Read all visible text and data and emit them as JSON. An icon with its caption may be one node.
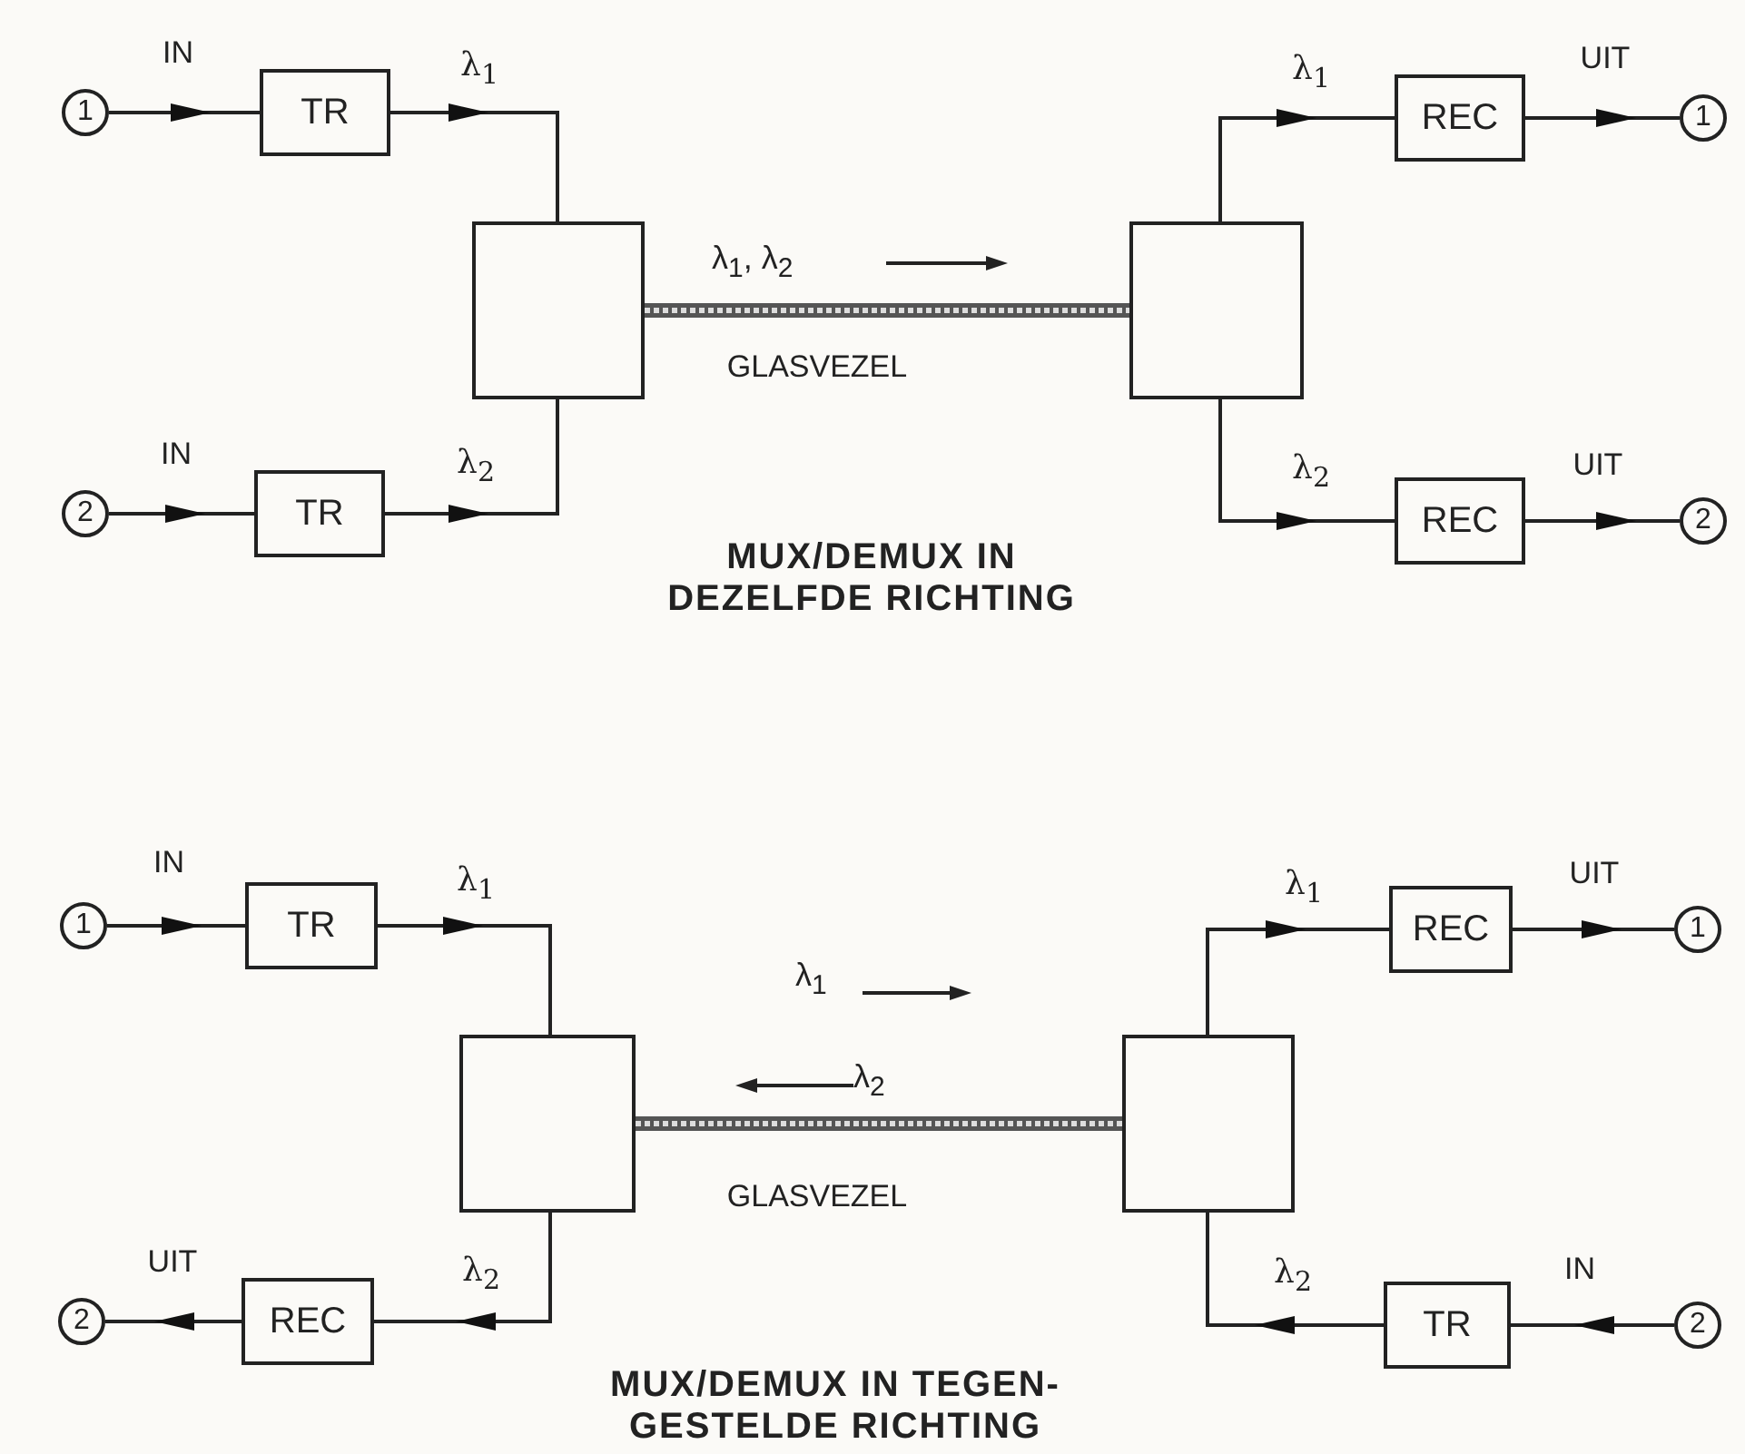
{
  "diagram": {
    "nodes": [
      {
        "text": [
          "1"
        ]
      },
      {
        "text": [
          "TR"
        ]
      },
      {
        "text": [
          "2"
        ]
      },
      {
        "text": [
          "TR"
        ]
      },
      {
        "text": [],
        "shape": "box"
      },
      {
        "text": [],
        "shape": "box"
      },
      {
        "text": [
          "REC"
        ]
      },
      {
        "text": [
          "1"
        ]
      },
      {
        "text": [
          "REC"
        ]
      },
      {
        "text": [
          "2"
        ]
      },
      {
        "text": [
          "1"
        ]
      },
      {
        "text": [
          "TR"
        ]
      },
      {
        "text": [
          "2"
        ]
      },
      {
        "text": [
          "REC"
        ]
      },
      {
        "text": [],
        "shape": "box"
      },
      {
        "text": [],
        "shape": "box"
      },
      {
        "text": [
          "REC"
        ]
      },
      {
        "text": [
          "1"
        ]
      },
      {
        "text": [
          "TR"
        ]
      },
      {
        "text": [
          "2"
        ]
      }
    ],
    "edges": [
      {
        "from": 0,
        "to": 1,
        "arrow": "to",
        "label": "IN"
      },
      {
        "from": 1,
        "to": 4,
        "arrow": "to",
        "label": "λ$_{1}$"
      },
      {
        "from": 2,
        "to": 3,
        "arrow": "to",
        "label": "IN"
      },
      {
        "from": 3,
        "to": 4,
        "arrow": "to",
        "label": "λ$_{2}$"
      },
      {
        "from": 4,
        "to": 5,
        "arrow": "none",
        "label": "GLASVEZEL",
        "style": "thick"
      },
      {
        "from": 5,
        "to": 6,
        "arrow": "to",
        "label": "λ$_{1}$"
      },
      {
        "from": 6,
        "to": 7,
        "arrow": "to",
        "label": "UIT"
      },
      {
        "from": 5,
        "to": 8,
        "arrow": "to",
        "label": "λ$_{2}$"
      },
      {
        "from": 8,
        "to": 9,
        "arrow": "to",
        "label": "UIT"
      },
      {
        "from": 10,
        "to": 11,
        "arrow": "to",
        "label": "IN"
      },
      {
        "from": 11,
        "to": 14,
        "arrow": "to",
        "label": "λ$_{1}$"
      },
      {
        "from": 14,
        "to": 13,
        "arrow": "to",
        "label": "λ$_{2}$"
      },
      {
        "from": 13,
        "to": 12,
        "arrow": "to",
        "label": "UIT"
      },
      {
        "from": 14,
        "to": 15,
        "arrow": "none",
        "label": "GLASVEZEL",
        "style": "thick"
      },
      {
        "from": 15,
        "to": 16,
        "arrow": "to",
        "label": "λ$_{1}$"
      },
      {
        "from": 16,
        "to": 17,
        "arrow": "to",
        "label": "UIT"
      },
      {
        "from": 19,
        "to": 18,
        "arrow": "to",
        "label": "IN"
      },
      {
        "from": 18,
        "to": 15,
        "arrow": "to",
        "label": "λ$_{2}$"
      }
    ],
    "labels": [
      "λ$_{1}$, λ$_{2}$",
      "MUX/DEMUX IN DEZELFDE RICHTING",
      "λ$_{1}$",
      "λ$_{2}$",
      "MUX/DEMUX IN TEGEN- GESTELDE RICHTING"
    ]
  }
}
